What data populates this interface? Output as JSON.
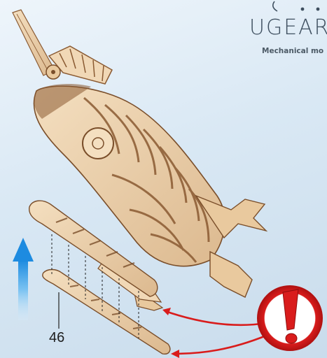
{
  "brand": {
    "name": "UGEAR",
    "tagline": "Mechanical mo"
  },
  "callout": {
    "part_number": "46"
  },
  "colors": {
    "wood_light": "#f1d8b6",
    "wood_mid": "#dcb98f",
    "wood_dark": "#8a5a32",
    "arrow_blue": "#3a9ee6",
    "warning_red": "#d91c1c"
  },
  "icons": {
    "direction": "up-arrow-icon",
    "warning": "exclamation-warning-icon"
  }
}
